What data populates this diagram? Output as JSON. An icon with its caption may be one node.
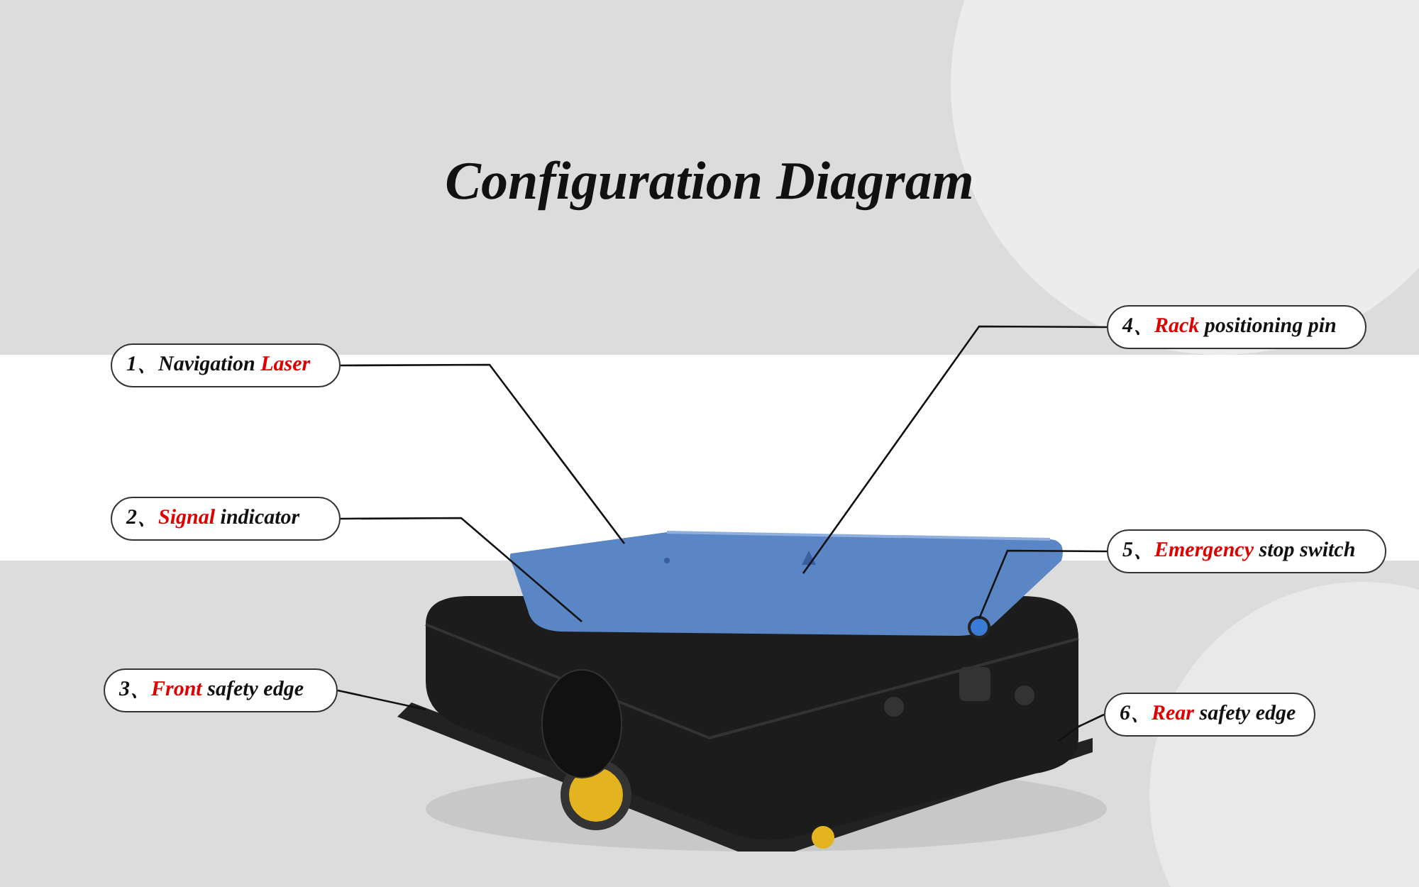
{
  "diagram": {
    "title": "Configuration Diagram",
    "nodes": [
      {
        "text": [
          "1、Navigation **Laser**"
        ]
      },
      {
        "text": [
          "2、**Signal** indicator"
        ]
      },
      {
        "text": [
          "3、**Front** safety edge"
        ]
      },
      {
        "text": [
          "4、**Rack** positioning pin"
        ]
      },
      {
        "text": [
          "5、**Emergency** stop switch"
        ]
      },
      {
        "text": [
          "6、**Rear** safety edge"
        ]
      }
    ],
    "edges": [
      {
        "from": 0,
        "to": null,
        "arrow": "none"
      },
      {
        "from": 1,
        "to": null,
        "arrow": "none"
      },
      {
        "from": 2,
        "to": null,
        "arrow": "none"
      },
      {
        "from": 3,
        "to": null,
        "arrow": "none"
      },
      {
        "from": 4,
        "to": null,
        "arrow": "none"
      },
      {
        "from": 5,
        "to": null,
        "arrow": "none"
      }
    ]
  }
}
